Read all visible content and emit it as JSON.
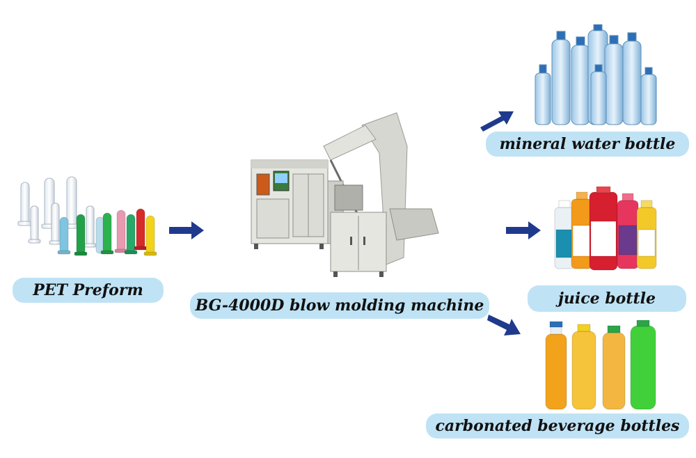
{
  "labels": {
    "preform": "PET Preform",
    "machine": "BG-4000D blow molding machine",
    "water": "mineral water bottle",
    "juice": "juice bottle",
    "carbonated": "carbonated beverage bottles"
  },
  "colors": {
    "label_bg": "#bfe3f5",
    "arrow": "#1f3a8c"
  }
}
